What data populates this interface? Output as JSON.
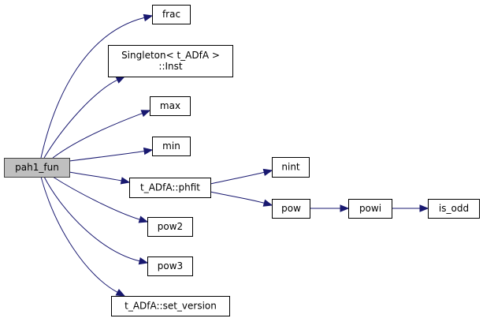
{
  "graph": {
    "type": "call-graph",
    "root": "pah1_fun",
    "colors": {
      "edge": "#191970",
      "root_fill": "#bfbfbf",
      "node_fill": "#ffffff",
      "border": "#000000"
    },
    "nodes": [
      {
        "id": "pah1_fun",
        "lines": [
          "pah1_fun"
        ],
        "root": true
      },
      {
        "id": "frac",
        "lines": [
          "frac"
        ]
      },
      {
        "id": "singleton_inst",
        "lines": [
          "Singleton< t_ADfA >",
          "::Inst"
        ]
      },
      {
        "id": "max",
        "lines": [
          "max"
        ]
      },
      {
        "id": "min",
        "lines": [
          "min"
        ]
      },
      {
        "id": "phfit",
        "lines": [
          "t_ADfA::phfit"
        ]
      },
      {
        "id": "pow2",
        "lines": [
          "pow2"
        ]
      },
      {
        "id": "pow3",
        "lines": [
          "pow3"
        ]
      },
      {
        "id": "set_version",
        "lines": [
          "t_ADfA::set_version"
        ]
      },
      {
        "id": "nint",
        "lines": [
          "nint"
        ]
      },
      {
        "id": "pow",
        "lines": [
          "pow"
        ]
      },
      {
        "id": "powi",
        "lines": [
          "powi"
        ]
      },
      {
        "id": "is_odd",
        "lines": [
          "is_odd"
        ]
      }
    ],
    "edges": [
      {
        "from": "pah1_fun",
        "to": "frac"
      },
      {
        "from": "pah1_fun",
        "to": "singleton_inst"
      },
      {
        "from": "pah1_fun",
        "to": "max"
      },
      {
        "from": "pah1_fun",
        "to": "min"
      },
      {
        "from": "pah1_fun",
        "to": "phfit"
      },
      {
        "from": "pah1_fun",
        "to": "pow2"
      },
      {
        "from": "pah1_fun",
        "to": "pow3"
      },
      {
        "from": "pah1_fun",
        "to": "set_version"
      },
      {
        "from": "phfit",
        "to": "nint"
      },
      {
        "from": "phfit",
        "to": "pow"
      },
      {
        "from": "pow",
        "to": "powi"
      },
      {
        "from": "powi",
        "to": "is_odd"
      }
    ]
  }
}
